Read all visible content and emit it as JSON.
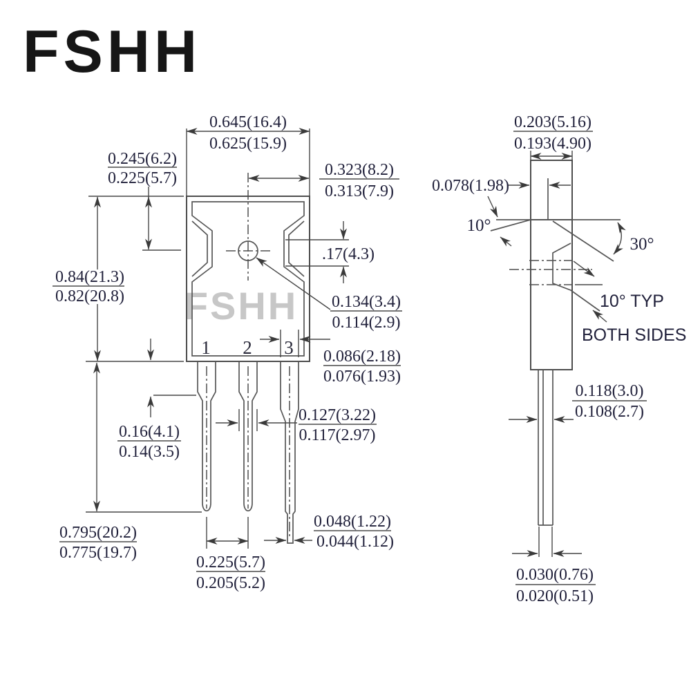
{
  "brand": {
    "logo": "FSHH",
    "watermark": "FSHH"
  },
  "front_view": {
    "pins": [
      "1",
      "2",
      "3"
    ],
    "dims": {
      "width_overall": {
        "top": "0.645(16.4)",
        "bottom": "0.625(15.9)"
      },
      "top_to_notch": {
        "top": "0.245(6.2)",
        "bottom": "0.225(5.7)"
      },
      "center_to_edge": {
        "top": "0.323(8.2)",
        "bottom": "0.313(7.9)"
      },
      "body_height": {
        "top": "0.84(21.3)",
        "bottom": "0.82(20.8)"
      },
      "notch_height": {
        "value": ".17(4.3)"
      },
      "hole_diameter": {
        "top": "0.134(3.4)",
        "bottom": "0.114(2.9)"
      },
      "pin3_width": {
        "top": "0.086(2.18)",
        "bottom": "0.076(1.93)"
      },
      "lead_wide_width": {
        "top": "0.127(3.22)",
        "bottom": "0.117(2.97)"
      },
      "shoulder_length": {
        "top": "0.16(4.1)",
        "bottom": "0.14(3.5)"
      },
      "lead_length": {
        "top": "0.795(20.2)",
        "bottom": "0.775(19.7)"
      },
      "lead_tip_width": {
        "top": "0.048(1.22)",
        "bottom": "0.044(1.12)"
      },
      "lead_pitch": {
        "top": "0.225(5.7)",
        "bottom": "0.205(5.2)"
      }
    }
  },
  "side_view": {
    "dims": {
      "body_thickness": {
        "top": "0.203(5.16)",
        "bottom": "0.193(4.90)"
      },
      "tab_thickness": {
        "value": "0.078(1.98)"
      },
      "angle_top": {
        "value": "10°"
      },
      "angle_side": {
        "value": "30°"
      },
      "angle_typ": {
        "value": "10° TYP"
      },
      "angle_note": {
        "value": "BOTH SIDES"
      },
      "lead_offset": {
        "top": "0.118(3.0)",
        "bottom": "0.108(2.7)"
      },
      "lead_thickness": {
        "top": "0.030(0.76)",
        "bottom": "0.020(0.51)"
      }
    }
  }
}
